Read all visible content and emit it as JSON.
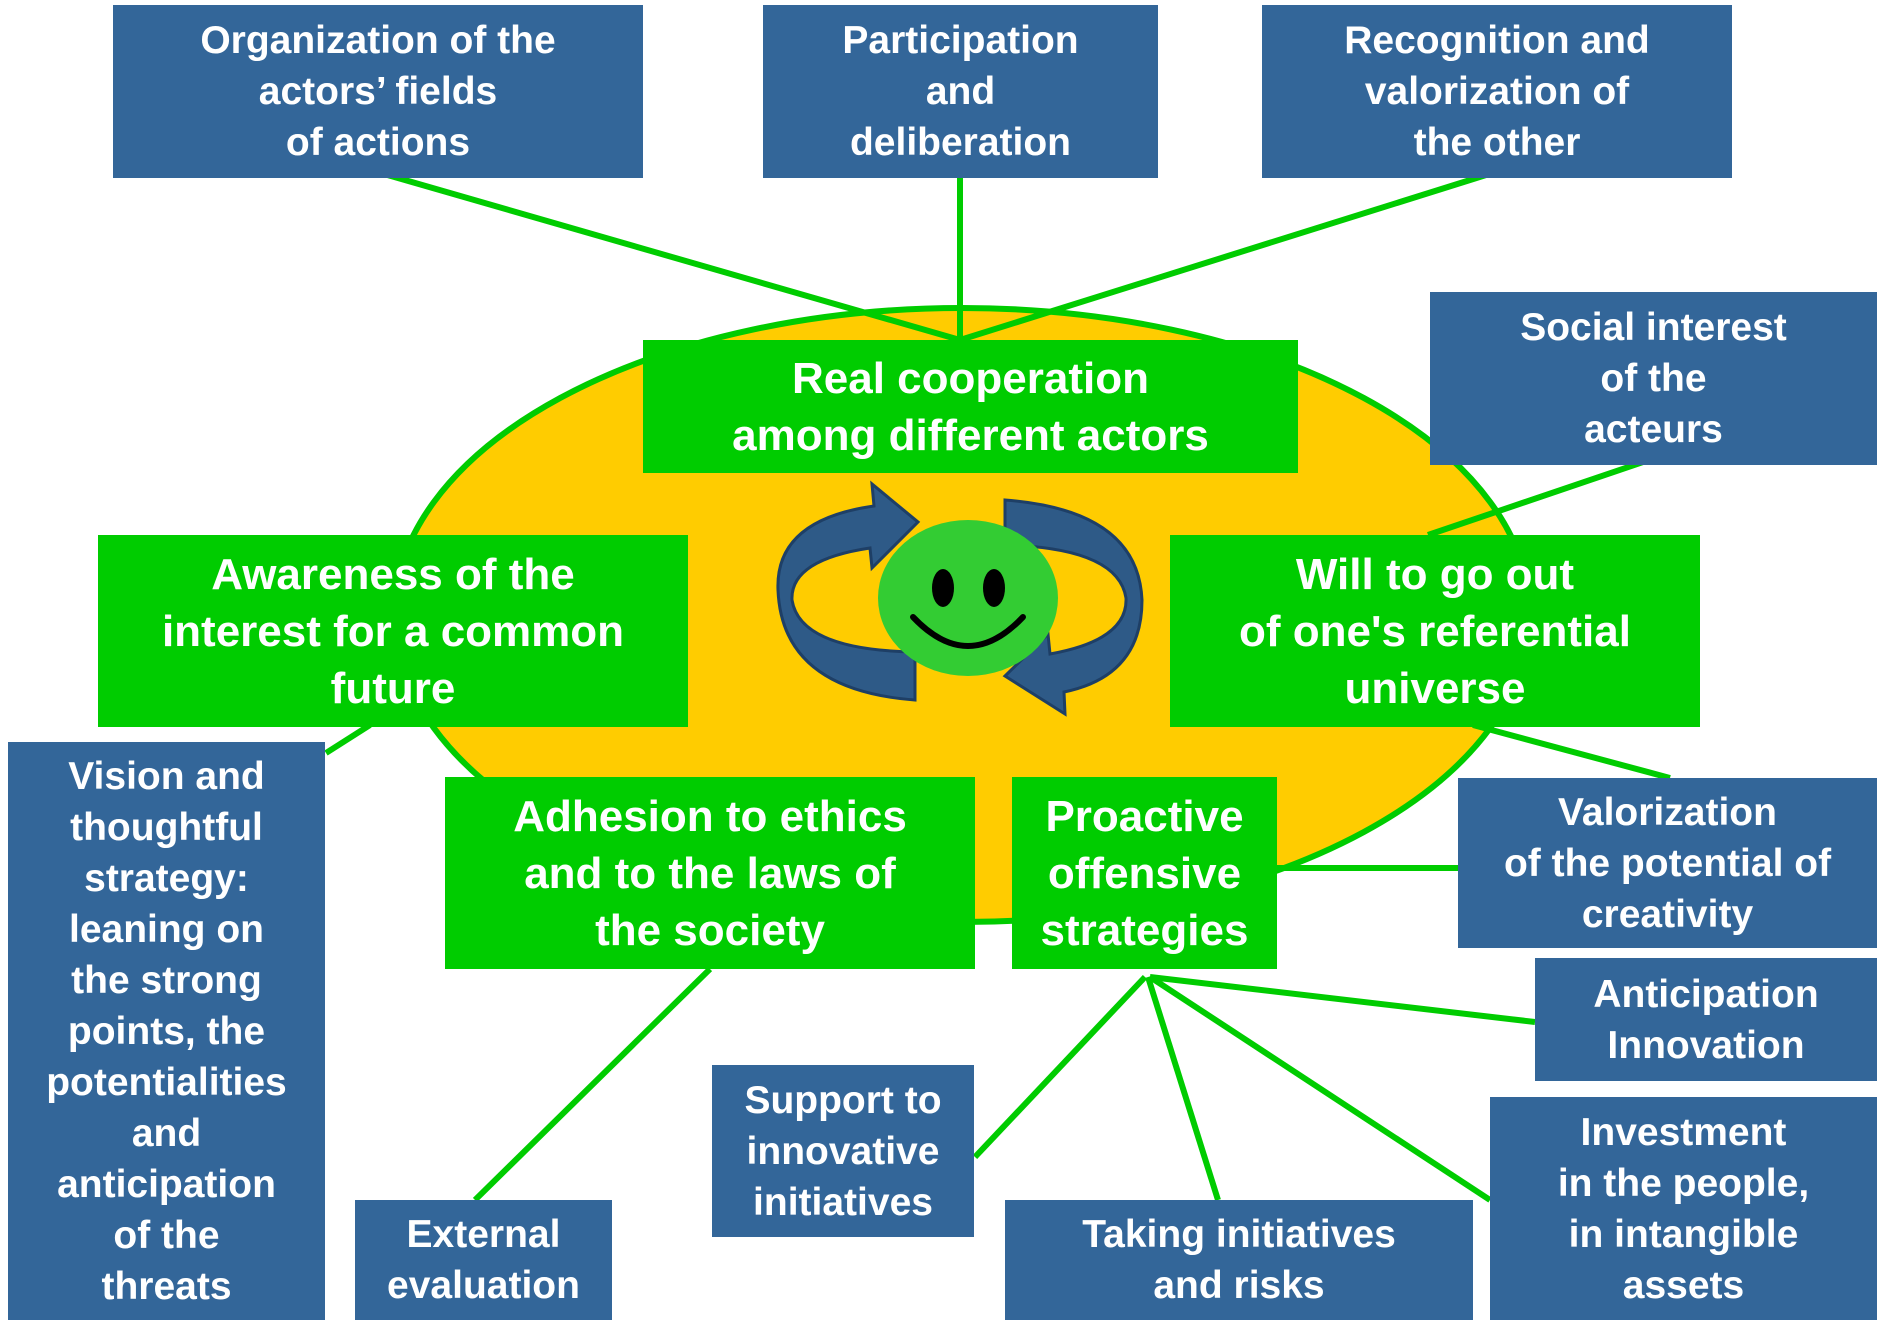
{
  "colors": {
    "blue_box": "#336699",
    "green_box": "#00cc00",
    "ellipse_fill": "#ffcc00",
    "connector": "#00cc00",
    "arrow": "#2e5a87",
    "smiley": "#33cc33"
  },
  "center": {
    "icon": "smiley-face-icon",
    "cycle_icon": "circular-arrows-icon"
  },
  "green_boxes": {
    "real_cooperation": "Real cooperation\namong different actors",
    "awareness": "Awareness of the\ninterest for a common\nfuture",
    "will_to_go_out": "Will to go out\nof one's referential\nuniverse",
    "adhesion": "Adhesion to ethics\nand to the laws of\nthe society",
    "proactive": "Proactive\noffensive\nstrategies"
  },
  "blue_boxes": {
    "organization": "Organization of the\nactors’ fields\nof actions",
    "participation": "Participation\nand\ndeliberation",
    "recognition": "Recognition and\nvalorization of\nthe other",
    "social_interest": "Social interest\nof the\nacteurs",
    "vision": "Vision and\nthoughtful\nstrategy:\nleaning on\nthe strong\npoints, the\npotentialities\nand\nanticipation\nof the\nthreats",
    "valorization_creativity": "Valorization\nof the potential of\ncreativity",
    "anticipation": "Anticipation\nInnovation",
    "investment": "Investment\nin the people,\nin intangible\nassets",
    "taking_initiatives": "Taking initiatives\nand risks",
    "support": "Support to\ninnovative\ninitiatives",
    "external_evaluation": "External\nevaluation"
  }
}
